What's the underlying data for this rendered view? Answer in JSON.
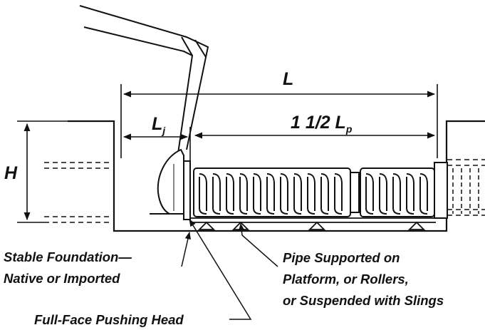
{
  "labels": {
    "length_total": "L",
    "length_jack_main": "L",
    "length_jack_sub": "j",
    "length_pipe_prefix": "1 1/2 L",
    "length_pipe_sub": "p",
    "height": "H",
    "foundation_line1": "Stable Foundation—",
    "foundation_line2": "Native or Imported",
    "support_line1": "Pipe Supported on",
    "support_line2": "Platform,  or Rollers,",
    "support_line3": "or Suspended with Slings",
    "pushing_head": "Full-Face Pushing Head"
  },
  "colors": {
    "ink": "#111111",
    "background": "#ffffff"
  }
}
